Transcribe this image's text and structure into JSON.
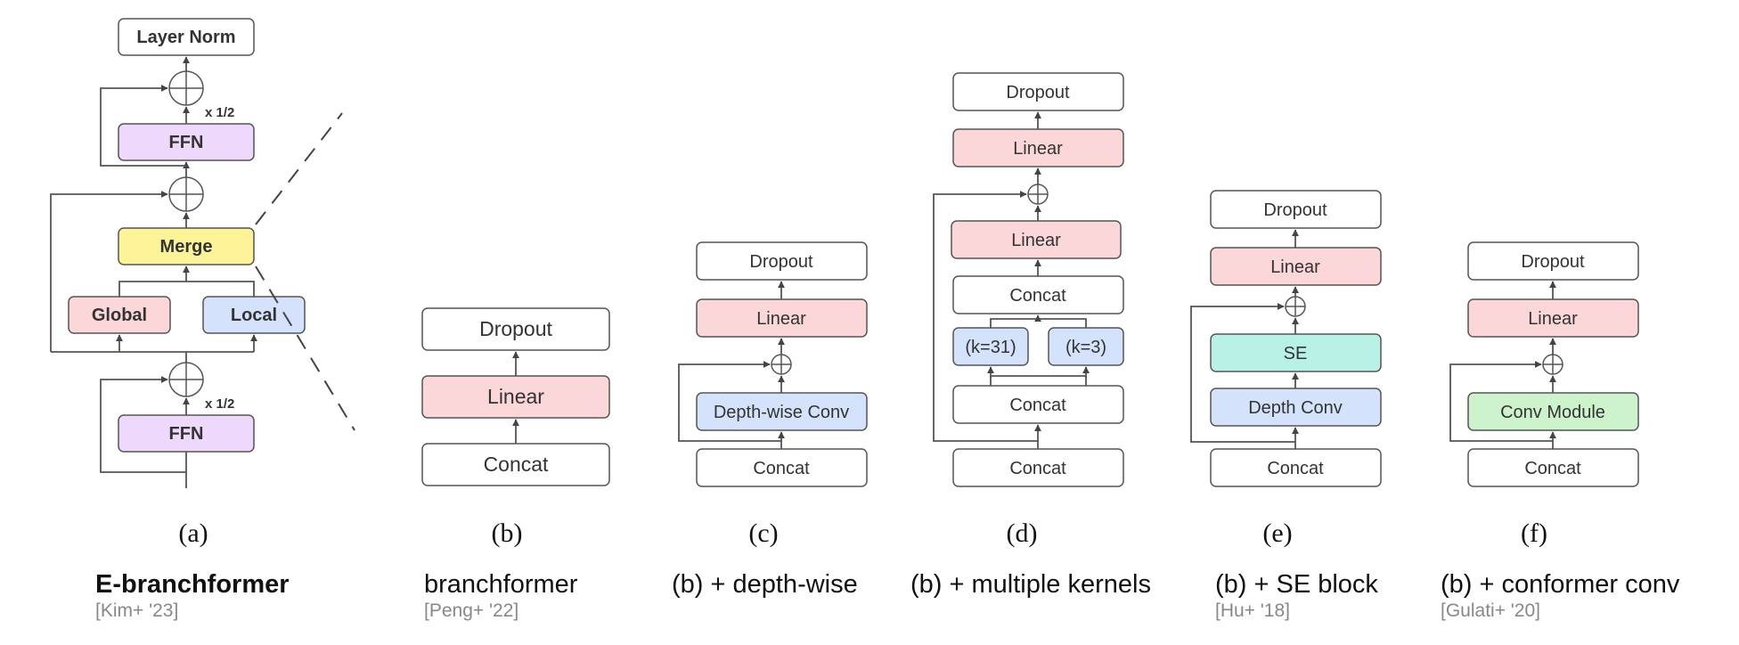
{
  "colors": {
    "white": "#ffffff",
    "ffn": "#eed8fb",
    "merge": "#fdf49a",
    "global": "#fcd7da",
    "local": "#d4e3fb",
    "linear": "#fcd7da",
    "conv_blue": "#d4e3fb",
    "se": "#b8f2e6",
    "conv_module": "#ccf3cc"
  },
  "panel_a": {
    "layer_norm": "Layer Norm",
    "ffn_top": "FFN",
    "merge": "Merge",
    "global": "Global",
    "local": "Local",
    "ffn_bottom": "FFN",
    "scale_top": "x 1/2",
    "scale_bottom": "x 1/2",
    "panel_label": "(a)",
    "caption": "E-branchformer",
    "citation": "[Kim+ '23]"
  },
  "panel_b": {
    "dropout": "Dropout",
    "linear": "Linear",
    "concat": "Concat",
    "panel_label": "(b)",
    "caption": "branchformer",
    "citation": "[Peng+ '22]"
  },
  "panel_c": {
    "dropout": "Dropout",
    "linear": "Linear",
    "conv": "Depth-wise Conv",
    "concat": "Concat",
    "panel_label": "(c)",
    "caption": "(b) + depth-wise"
  },
  "panel_d": {
    "dropout": "Dropout",
    "linear_top": "Linear",
    "linear_mid": "Linear",
    "concat_upper": "Concat",
    "kernel_large": "(k=31)",
    "kernel_small": "(k=3)",
    "concat_lower": "Concat",
    "concat_bottom": "Concat",
    "panel_label": "(d)",
    "caption": "(b) + multiple kernels"
  },
  "panel_e": {
    "dropout": "Dropout",
    "linear": "Linear",
    "se": "SE",
    "conv": "Depth Conv",
    "concat": "Concat",
    "panel_label": "(e)",
    "caption": "(b) + SE block",
    "citation": "[Hu+ '18]"
  },
  "panel_f": {
    "dropout": "Dropout",
    "linear": "Linear",
    "conv": "Conv Module",
    "concat": "Concat",
    "panel_label": "(f)",
    "caption": "(b) + conformer conv",
    "citation": "[Gulati+ '20]"
  }
}
